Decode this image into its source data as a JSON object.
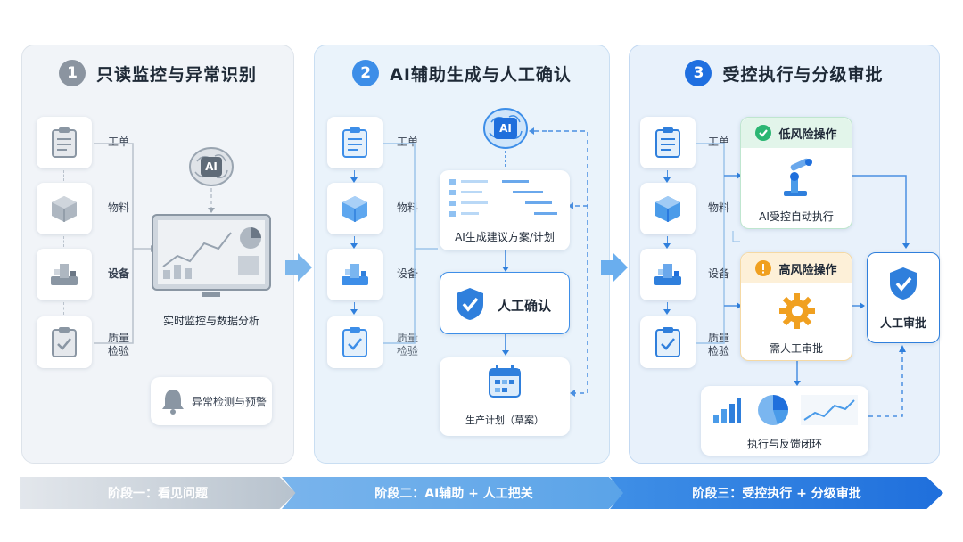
{
  "panels": [
    {
      "number": "1",
      "title": "只读监控与异常识别"
    },
    {
      "number": "2",
      "title": "AI辅助生成与人工确认"
    },
    {
      "number": "3",
      "title": "受控执行与分级审批"
    }
  ],
  "inputs": {
    "work_order": "工单",
    "material": "物料",
    "equipment": "设备",
    "quality_1": "质量",
    "quality_2": "检验"
  },
  "stage1": {
    "ai_badge": "AI",
    "monitor_label": "实时监控与数据分析",
    "alert_label": "异常检测与预警"
  },
  "stage2": {
    "ai_badge": "AI",
    "plan_label": "AI生成建议方案/计划",
    "confirm_label": "人工确认",
    "schedule_label": "生产计划（草案）"
  },
  "stage3": {
    "low_risk": "低风险操作",
    "low_risk_action": "AI受控自动执行",
    "high_risk": "高风险操作",
    "high_risk_action": "需人工审批",
    "approval": "人工审批",
    "feedback": "执行与反馈闭环"
  },
  "stages": {
    "s1": "阶段一：看见问题",
    "s2": "阶段二：AI辅助 + 人工把关",
    "s3": "阶段三：受控执行 + 分级审批"
  },
  "colors": {
    "accent": "#2f7fdc",
    "low_risk_green": "#2bb673",
    "high_risk_orange": "#f0a020",
    "gray": "#8b94a0"
  }
}
